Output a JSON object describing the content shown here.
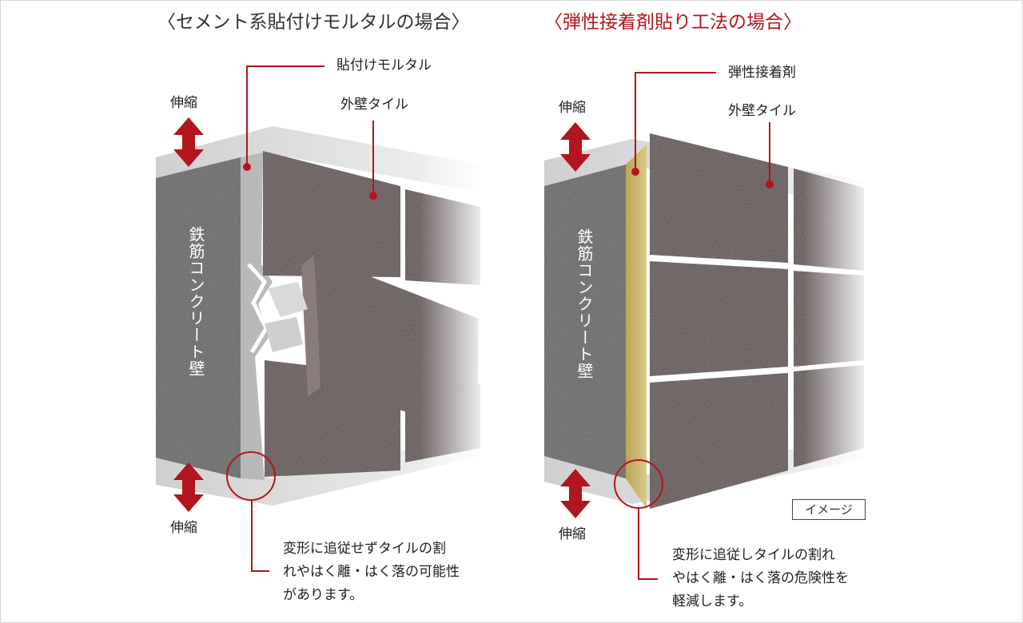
{
  "left": {
    "title": "〈セメント系貼付けモルタルの場合〉",
    "label_adhesive": "貼付けモルタル",
    "label_tile": "外壁タイル",
    "label_wall": "鉄筋コンクリート壁",
    "label_top_arrow": "伸縮",
    "label_bottom_arrow": "伸縮",
    "note": "変形に追従せずタイルの割\nれやはく離・はく落の可能性\nがあります。"
  },
  "right": {
    "title": "〈弾性接着剤貼り工法の場合〉",
    "label_adhesive": "弾性接着剤",
    "label_tile": "外壁タイル",
    "label_wall": "鉄筋コンクリート壁",
    "label_top_arrow": "伸縮",
    "label_bottom_arrow": "伸縮",
    "note": "変形に追従しタイルの割れ\nやはく離・はく落の危険性を\n軽減します。",
    "badge": "イメージ"
  },
  "colors": {
    "accent_red": "#b3151c",
    "concrete": "#5e5e5e",
    "tile": "#5a4a48",
    "slab": "#d7d7d7",
    "elastic_adhesive": "#c9b56a"
  }
}
